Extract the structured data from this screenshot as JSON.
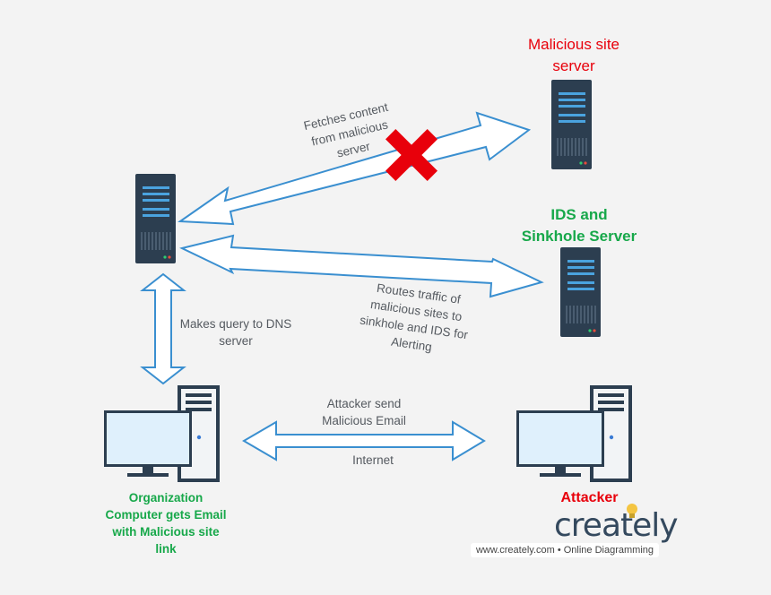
{
  "nodes": {
    "malicious_server": {
      "label": "Malicious site\nserver",
      "color": "#e8000b"
    },
    "ids_server": {
      "label": "IDS and\nSinkhole Server",
      "color": "#17a84a"
    },
    "org_computer": {
      "label": "Organization\nComputer gets Email\nwith Malicious site\nlink",
      "color": "#17a84a"
    },
    "attacker": {
      "label": "Attacker",
      "color": "#e8000b"
    }
  },
  "edges": {
    "fetch": {
      "label": "Fetches content\nfrom  malicious\nserver",
      "blocked": true
    },
    "routes": {
      "label": "Routes traffic of\nmalicious sites to\nsinkhole and IDS for\nAlerting"
    },
    "dns": {
      "label": "Makes query to DNS\nserver"
    },
    "email": {
      "label_top": "Attacker send\nMalicious Email",
      "label_bottom": "Internet"
    }
  },
  "branding": {
    "logo": "creately",
    "tagline": "www.creately.com • Online Diagramming"
  },
  "colors": {
    "arrow_stroke": "#3a8fd0",
    "arrow_fill": "#ffffff",
    "server_body": "#2c3e50",
    "block_x": "#e8000b",
    "monitor_screen": "#dff0fc"
  }
}
